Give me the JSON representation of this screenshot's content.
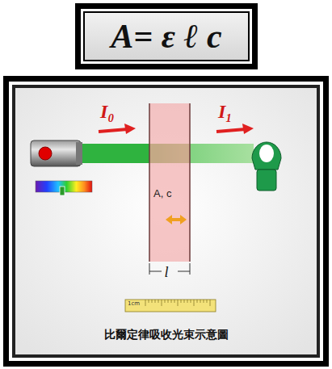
{
  "diagram": {
    "title": "A= ε ℓ c",
    "caption": "比爾定律吸收光束示意圖",
    "nodes": [
      {
        "text": [
          "A, c"
        ]
      }
    ],
    "labels": [
      "I₀",
      "I₁",
      "l",
      "1cm"
    ]
  }
}
